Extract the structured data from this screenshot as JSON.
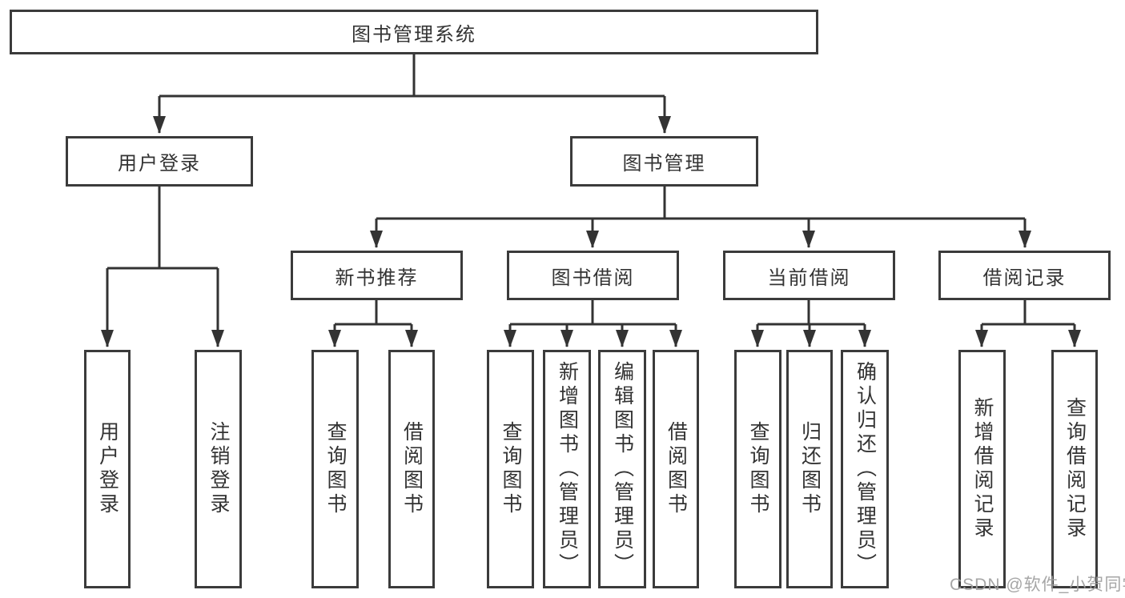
{
  "watermark": "CSDN @软件_小贺同学",
  "colors": {
    "line": "#333333",
    "border": "#3b3b3b",
    "text": "#333333",
    "watermark_text": "#9e9e9e",
    "background": "#ffffff"
  },
  "tree": {
    "label": "图书管理系统",
    "children": [
      {
        "label": "用户登录",
        "children": [
          {
            "label": "用户登录"
          },
          {
            "label": "注销登录"
          }
        ]
      },
      {
        "label": "图书管理",
        "children": [
          {
            "label": "新书推荐",
            "children": [
              {
                "label": "查询图书"
              },
              {
                "label": "借阅图书"
              }
            ]
          },
          {
            "label": "图书借阅",
            "children": [
              {
                "label": "查询图书"
              },
              {
                "label": "新增图书（管理员）"
              },
              {
                "label": "编辑图书（管理员）"
              },
              {
                "label": "借阅图书"
              }
            ]
          },
          {
            "label": "当前借阅",
            "children": [
              {
                "label": "查询图书"
              },
              {
                "label": "归还图书"
              },
              {
                "label": "确认归还（管理员）"
              }
            ]
          },
          {
            "label": "借阅记录",
            "children": [
              {
                "label": "新增借阅记录"
              },
              {
                "label": "查询借阅记录"
              }
            ]
          }
        ]
      }
    ]
  }
}
